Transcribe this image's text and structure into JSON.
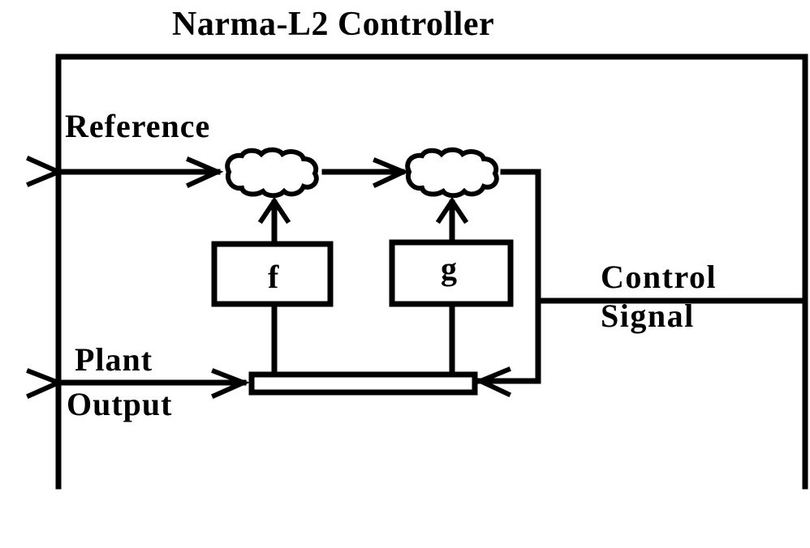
{
  "diagram": {
    "title": "Narma-L2 Controller",
    "inputs": {
      "reference": "Reference",
      "plant_output_line1": "Plant",
      "plant_output_line2": "Output"
    },
    "output": {
      "control_line1": "Control",
      "control_line2": "Signal"
    },
    "blocks": {
      "f": "f",
      "g": "g"
    },
    "colors": {
      "stroke": "#000000",
      "background": "#ffffff"
    }
  }
}
